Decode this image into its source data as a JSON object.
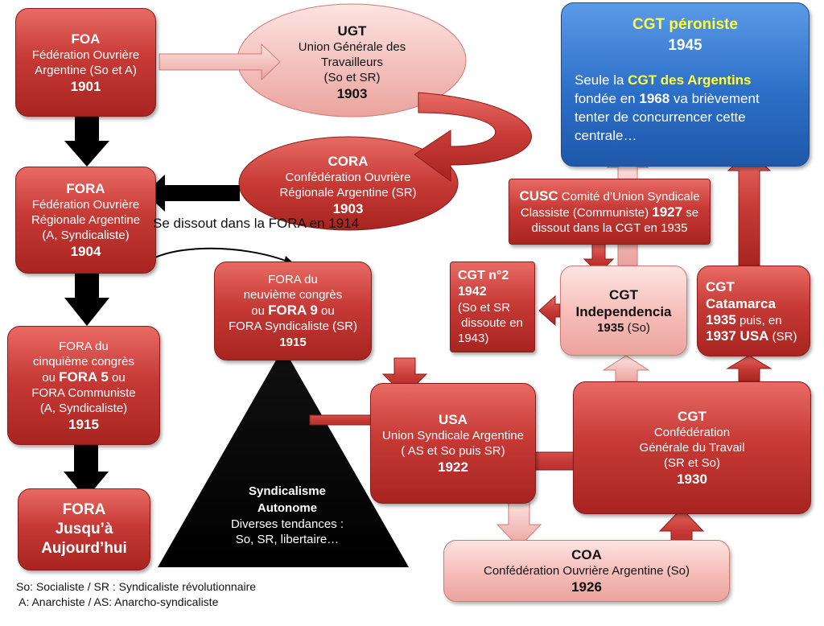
{
  "foa": {
    "title": "FOA",
    "line1": "Fédération Ouvrière",
    "line2": "Argentine  (So et A)",
    "year": "1901"
  },
  "ugt": {
    "title": "UGT",
    "line1": "Union Générale des",
    "line2": "Travailleurs",
    "line3": "(So et SR)",
    "year": "1903"
  },
  "cora": {
    "title": "CORA",
    "line1": "Confédération Ouvrière",
    "line2": "Régionale Argentine (SR)",
    "year": "1903"
  },
  "fora": {
    "title": "FORA",
    "line1": "Fédération Ouvrière",
    "line2": "Régionale Argentine",
    "line3": "(A, Syndicaliste)",
    "year": "1904"
  },
  "dissout_note": "Se dissout  dans la FORA en 1914",
  "fora5": {
    "line1": "FORA du",
    "line2": "cinquième congrès",
    "line3a": "ou ",
    "line3b": "FORA 5",
    "line3c": " ou",
    "line4": "FORA Communiste",
    "line5": "(A, Syndicaliste)",
    "year": "1915"
  },
  "fora_today": {
    "line1": "FORA",
    "line2": "Jusqu’à",
    "line3": "Aujourd’hui"
  },
  "fora9": {
    "line1": "FORA du",
    "line2": "neuvième congrès",
    "line3a": "ou ",
    "line3b": "FORA 9",
    "line3c": " ou",
    "line4": "FORA Syndicaliste  (SR)",
    "year": "1915"
  },
  "triangle": {
    "line1": "Syndicalisme",
    "line2": "Autonome",
    "line3": "Diverses tendances :",
    "line4": "So, SR, libertaire…"
  },
  "usa": {
    "title": "USA",
    "line1": "Union Syndicale Argentine",
    "line2": "( AS et So puis SR)",
    "year": "1922"
  },
  "cgt1930": {
    "title": "CGT",
    "line1": "Confédération",
    "line2": "Générale du Travail",
    "line3": "(SR et So)",
    "year": "1930"
  },
  "coa": {
    "title": "COA",
    "line1": "Confédération Ouvrière Argentine  (So)",
    "year": "1926"
  },
  "cgt_peron": {
    "title": "CGT péroniste",
    "year": "1945",
    "p1a": "Seule la ",
    "p1b": "CGT des Argentins",
    "p2a": "fondée en ",
    "p2b": "1968",
    "p2c": " va brièvement",
    "p3": "tenter de  concurrencer cette",
    "p4": "centrale…"
  },
  "cusc": {
    "l1a": "CUSC",
    "l1b": " Comité d’Union Syndicale",
    "l2a": "Classiste (Communiste) ",
    "l2b": "1927",
    "l2c": " se",
    "l3": "dissout dans la CGT en 1935"
  },
  "cgt2": {
    "title": "CGT n°2",
    "year": "1942",
    "line1": "(So et SR",
    "line2": " dissoute en",
    "line3": "1943)"
  },
  "cgt_indep": {
    "title1": "CGT",
    "title2": "Independencia",
    "yearb": "1935",
    "yearr": " (So)"
  },
  "cgt_cat": {
    "title1": "CGT",
    "title2": "Catamarca",
    "l3a": "1935",
    "l3b": " puis, en",
    "l4a": "1937 USA",
    "l4b": " (SR)"
  },
  "legend": {
    "line1": "So: Socialiste / SR : Syndicaliste révolutionnaire",
    "line2": " A: Anarchiste / AS: Anarcho-syndicaliste"
  },
  "colors": {
    "red": "#c73a36",
    "pink": "#f6bcb8",
    "blue": "#2c6fc8",
    "black": "#000000",
    "yellow": "#ffff3a"
  }
}
